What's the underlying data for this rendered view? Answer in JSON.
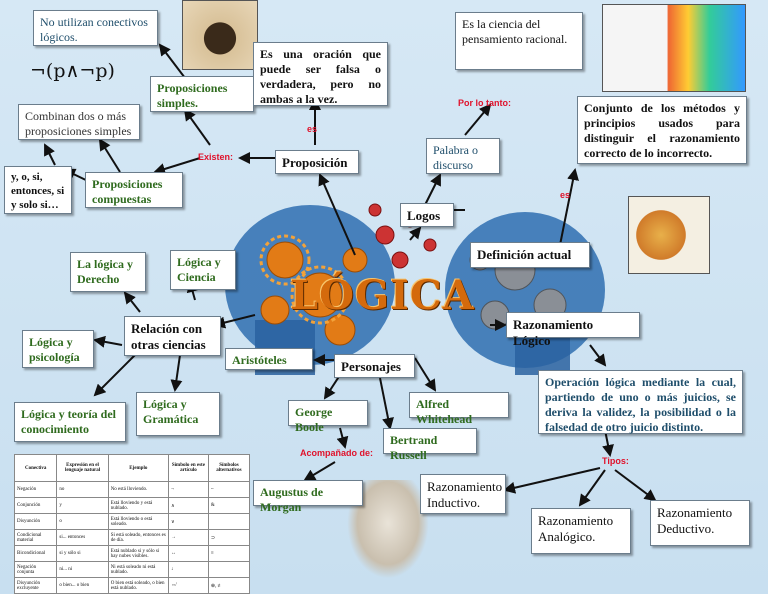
{
  "title": "LÓGICA",
  "formula": "¬(p∧¬p)",
  "nodes": {
    "no_conectivos": "No utilizan conectivos lógicos.",
    "prop_simples": "Proposiciones simples.",
    "oracion": "Es una oración que puede ser falsa o verdadera, pero no ambas a la vez.",
    "ciencia": "Es la ciencia del pensamiento racional.",
    "combinan": "Combinan dos o más proposiciones simples",
    "conectores": "y, o, si, entonces, si y solo si…",
    "prop_compuestas": "Proposiciones compuestas",
    "proposicion": "Proposición",
    "palabra": "Palabra o discurso",
    "conjunto": "Conjunto de los métodos y principios usados para distinguir el razonamiento correcto de lo incorrecto.",
    "logos": "Logos",
    "definicion": "Definición actual",
    "derecho": "La lógica y Derecho",
    "logica_ciencia": "Lógica y Ciencia",
    "relacion": "Relación con otras ciencias",
    "psicologia": "Lógica y psicología",
    "razonamiento": "Razonamiento Lógico",
    "aristoteles": "Aristóteles",
    "personajes": "Personajes",
    "operacion": "Operación lógica mediante la cual, partiendo de uno o más juicios, se deriva la validez, la posibilidad o la falsedad de otro juicio distinto.",
    "boole": "George Boole",
    "whitehead": "Alfred Whitehead",
    "teoria": "Lógica y teoría del conocimiento",
    "gramatica": "Lógica y Gramática",
    "russell": "Bertrand Russell",
    "morgan": "Augustus de Morgan",
    "inductivo": "Razonamiento Inductivo.",
    "analogico": "Razonamiento Analógico.",
    "deductivo": "Razonamiento Deductivo."
  },
  "labels": {
    "existen": "Existen:",
    "es1": "es",
    "por_lo_tanto": "Por lo tanto:",
    "es2": "es",
    "acompanado": "Acompañado de:",
    "tipos": "Tipos:"
  },
  "table": {
    "headers": [
      "Conectiva",
      "Expresión en el lenguaje natural",
      "Ejemplo",
      "Símbolo en este artículo",
      "Símbolos alternativos"
    ],
    "rows": [
      [
        "Negación",
        "no",
        "No está lloviendo.",
        "¬",
        "~"
      ],
      [
        "Conjunción",
        "y",
        "Está lloviendo y está nublado.",
        "∧",
        "&"
      ],
      [
        "Disyunción",
        "o",
        "Está lloviendo o está soleado.",
        "∨",
        ""
      ],
      [
        "Condicional material",
        "si... entonces",
        "Si está soleado, entonces es de día.",
        "→",
        "⊃"
      ],
      [
        "Bicondicional",
        "si y sólo si",
        "Está nublado si y sólo si hay nubes visibles.",
        "↔",
        "≡"
      ],
      [
        "Negación conjunta",
        "ni... ni",
        "Ni está soleado ni está nublado.",
        "↓",
        ""
      ],
      [
        "Disyunción excluyente",
        "o bien... o bien",
        "O bien está soleado, o bien está nublado.",
        "⇎",
        "⊕, ≢"
      ]
    ]
  },
  "colors": {
    "box_text": "#1f4e6b",
    "label_red": "#e0122b",
    "title_orange": "#d46a0c",
    "green_text": "#2f6b1e"
  }
}
